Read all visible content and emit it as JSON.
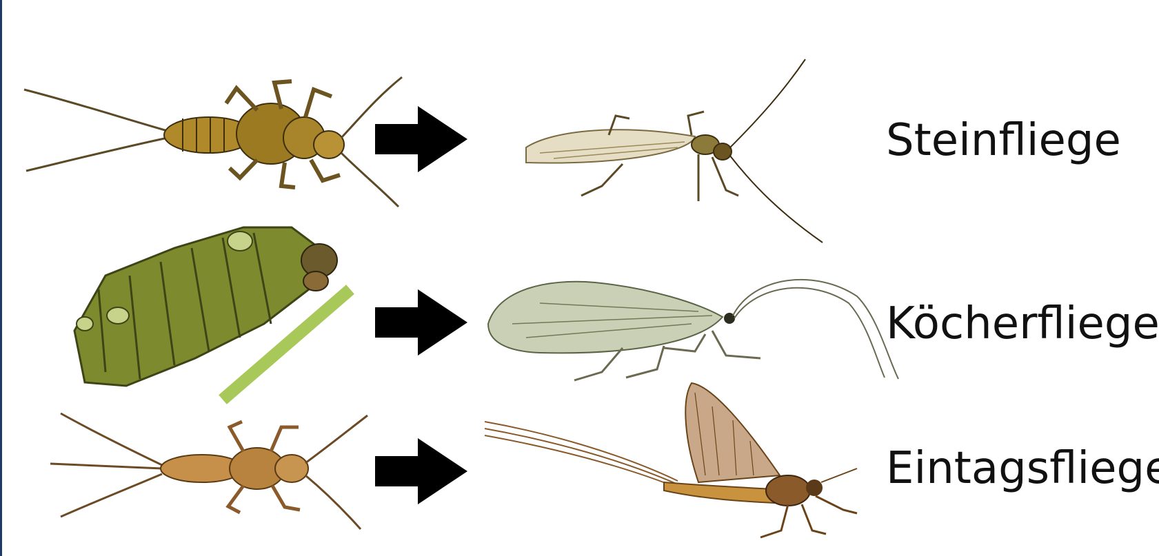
{
  "rows": [
    {
      "label": "Steinfliege",
      "larva_icon": "stonefly-nymph",
      "adult_icon": "stonefly-adult"
    },
    {
      "label": "Köcherfliege",
      "larva_icon": "caddisfly-larva-case",
      "adult_icon": "caddisfly-adult"
    },
    {
      "label": "Eintagsfliege",
      "larva_icon": "mayfly-nymph",
      "adult_icon": "mayfly-adult"
    }
  ],
  "arrow_icon": "arrow-right-icon",
  "colors": {
    "background": "#ffffff",
    "frame": "#1f3a68",
    "arrow": "#000000",
    "stonefly": "#b08a2a",
    "caddis_case": "#7e8a2e",
    "caddis_wing": "#c9d0b6",
    "mayfly": "#b98a4a",
    "mayfly_wing": "#c9a88a"
  }
}
